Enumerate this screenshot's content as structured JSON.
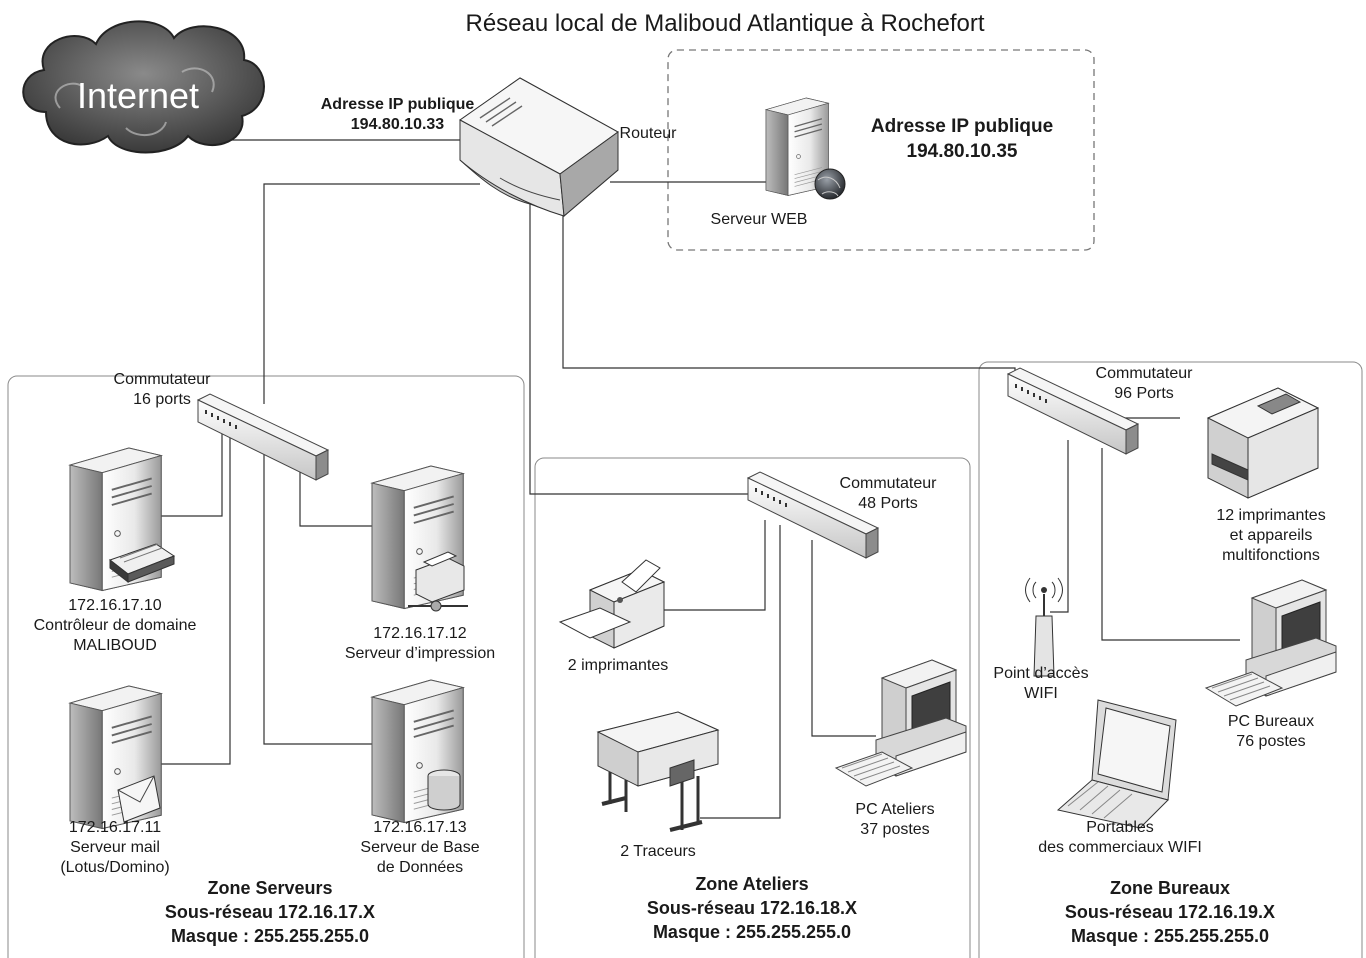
{
  "title": "Réseau local de Maliboud Atlantique à Rochefort",
  "internet": {
    "label": "Internet"
  },
  "router": {
    "label": "Routeur",
    "public_ip_label": "Adresse IP publique",
    "public_ip": "194.80.10.33"
  },
  "dmz": {
    "web_server_label": "Serveur WEB",
    "public_ip_label": "Adresse IP publique",
    "public_ip": "194.80.10.35"
  },
  "zones": {
    "servers": {
      "name": "Zone Serveurs",
      "subnet": "Sous-réseau 172.16.17.X",
      "mask": "Masque : 255.255.255.0",
      "switch": {
        "line1": "Commutateur",
        "line2": "16 ports"
      },
      "devices": {
        "domain_controller": {
          "ip": "172.16.17.10",
          "line1": "Contrôleur de domaine",
          "line2": "MALIBOUD"
        },
        "mail_server": {
          "ip": "172.16.17.11",
          "line1": "Serveur mail",
          "line2": "(Lotus/Domino)"
        },
        "print_server": {
          "ip": "172.16.17.12",
          "line1": "Serveur d’impression"
        },
        "db_server": {
          "ip": "172.16.17.13",
          "line1": "Serveur de Base",
          "line2": "de Données"
        }
      }
    },
    "workshops": {
      "name": "Zone Ateliers",
      "subnet": "Sous-réseau 172.16.18.X",
      "mask": "Masque : 255.255.255.0",
      "switch": {
        "line1": "Commutateur",
        "line2": "48 Ports"
      },
      "devices": {
        "printers": {
          "line1": "2 imprimantes"
        },
        "plotters": {
          "line1": "2 Traceurs"
        },
        "pcs": {
          "line1": "PC Ateliers",
          "line2": "37 postes"
        }
      }
    },
    "offices": {
      "name": "Zone Bureaux",
      "subnet": "Sous-réseau 172.16.19.X",
      "mask": "Masque : 255.255.255.0",
      "switch": {
        "line1": "Commutateur",
        "line2": "96 Ports"
      },
      "devices": {
        "mfp": {
          "line1": "12 imprimantes",
          "line2": "et appareils",
          "line3": "multifonctions"
        },
        "pcs": {
          "line1": "PC Bureaux",
          "line2": "76 postes"
        },
        "wifi_ap": {
          "line1": "Point d’accès",
          "line2": "WIFI"
        },
        "laptops": {
          "line1": "Portables",
          "line2": "des commerciaux WIFI"
        }
      }
    }
  },
  "colors": {
    "line": "#333333",
    "zone_border": "#8a8a8a",
    "device_light": "#f4f4f4",
    "device_mid": "#d0d0d0",
    "device_dark": "#444444",
    "cloud": "#4d4d4d"
  }
}
